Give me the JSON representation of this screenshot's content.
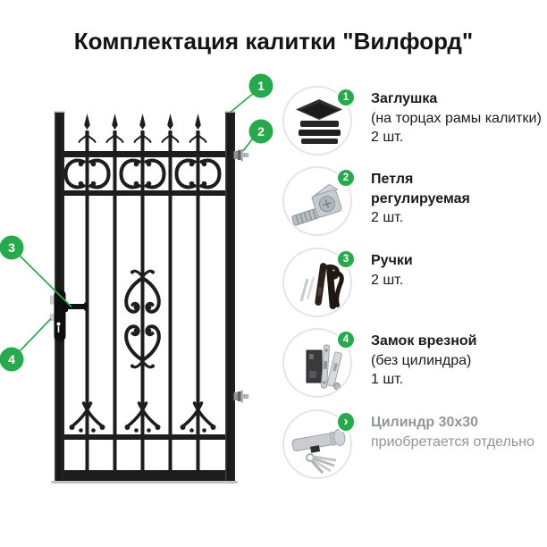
{
  "title": "Комплектация калитки \"Вилфорд\"",
  "colors": {
    "accent_green": "#29a94e",
    "gate_black": "#1d1d1d",
    "text": "#1a1a1a",
    "muted_gray": "#939598"
  },
  "callouts": [
    {
      "num": "1"
    },
    {
      "num": "2"
    },
    {
      "num": "3"
    },
    {
      "num": "4"
    }
  ],
  "items": [
    {
      "num": "1",
      "icon": "end-cap-image",
      "title_lines": [
        "Заглушка"
      ],
      "sub_lines": [
        "(на торцах рамы калитки)",
        "2 шт."
      ]
    },
    {
      "num": "2",
      "icon": "adjustable-hinge-image",
      "title_lines": [
        "Петля",
        "регулируемая"
      ],
      "sub_lines": [
        "2 шт."
      ]
    },
    {
      "num": "3",
      "icon": "handles-image",
      "title_lines": [
        "Ручки"
      ],
      "sub_lines": [
        "2 шт."
      ]
    },
    {
      "num": "4",
      "icon": "mortise-lock-image",
      "title_lines": [
        "Замок врезной"
      ],
      "sub_lines": [
        "(без цилиндра)",
        "1 шт."
      ]
    },
    {
      "num": "›",
      "icon": "cylinder-image",
      "title_lines": [
        "Цилиндр 30х30"
      ],
      "sub_lines": [
        "приобретается отдельно"
      ],
      "muted": true
    }
  ]
}
